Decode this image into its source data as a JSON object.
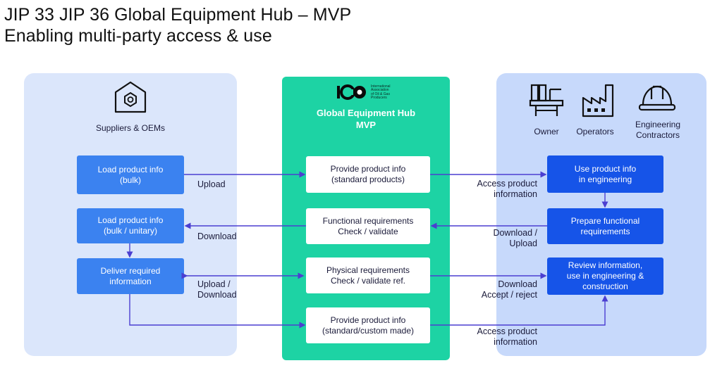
{
  "title": {
    "line1": "JIP 33 JIP 36 Global Equipment Hub – MVP",
    "line2": "Enabling multi-party access & use"
  },
  "left": {
    "heading": "Suppliers & OEMs",
    "icon": "hexagon-bolt-icon",
    "boxes": [
      "Load product info\n(bulk)",
      "Load product info\n(bulk / unitary)",
      "Deliver required\ninformation"
    ]
  },
  "center": {
    "logo_text": "International\nAssociation\nof Oil & Gas\nProducers",
    "hub_title": "Global Equipment Hub\nMVP",
    "boxes": [
      "Provide product info\n(standard products)",
      "Functional requirements\nCheck / validate",
      "Physical requirements\nCheck / validate ref.",
      "Provide product info\n(standard/custom made)"
    ]
  },
  "right": {
    "actors": [
      {
        "label": "Owner",
        "icon": "offshore-platform-icon"
      },
      {
        "label": "Operators",
        "icon": "factory-icon"
      },
      {
        "label": "Engineering\nContractors",
        "icon": "hard-hat-icon"
      }
    ],
    "boxes": [
      "Use product info\nin engineering",
      "Prepare functional\nrequirements",
      "Review information,\nuse in engineering &\nconstruction"
    ]
  },
  "flows": {
    "upload": "Upload",
    "download": "Download",
    "upload_download": "Upload /\nDownload",
    "access_1": "Access product\ninformation",
    "download_upload": "Download /\nUpload",
    "download_accept": "Download\nAccept / reject",
    "access_2": "Access product\ninformation"
  },
  "colors": {
    "left_panel": "#dbe6fb",
    "right_panel": "#c7d9fb",
    "hub": "#1dd3a4",
    "left_box": "#3b82f0",
    "right_box": "#1654e8",
    "arrow": "#4b3fd1"
  }
}
